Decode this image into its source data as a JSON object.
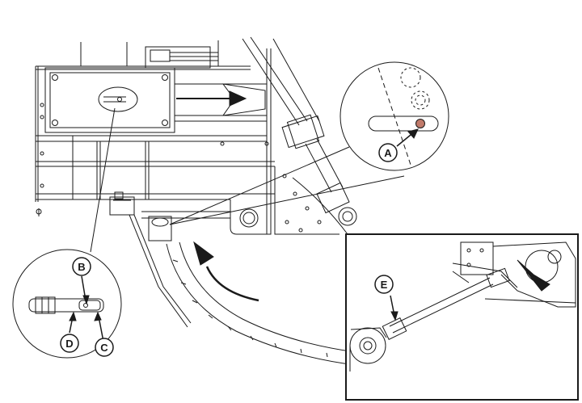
{
  "callouts": {
    "a": "A",
    "b": "B",
    "c": "C",
    "d": "D",
    "e": "E"
  },
  "colors": {
    "line": "#1a1a1a",
    "background": "#ffffff",
    "indicator_dot": "#c07a6a"
  }
}
